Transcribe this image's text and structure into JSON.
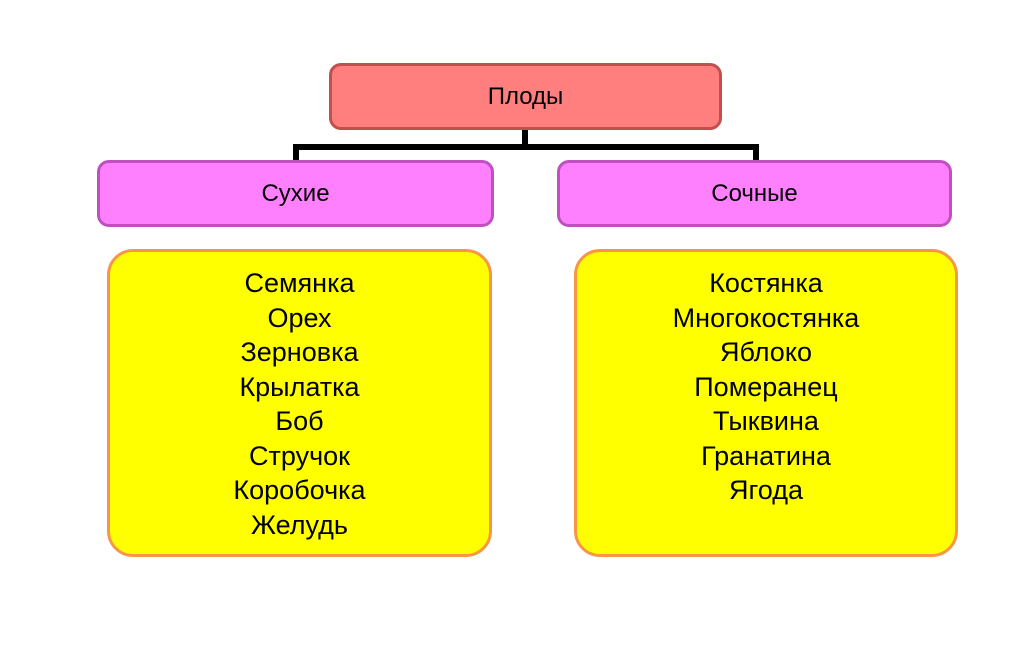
{
  "diagram": {
    "root": {
      "label": "Плоды"
    },
    "categories": [
      {
        "label": "Сухие",
        "items": [
          "Семянка",
          "Орех",
          "Зерновка",
          "Крылатка",
          "Боб",
          "Стручок",
          "Коробочка",
          "Желудь"
        ]
      },
      {
        "label": "Сочные",
        "items": [
          "Костянка",
          "Многокостянка",
          "Яблоко",
          "Померанец",
          "Тыквина",
          "Гранатина",
          "Ягода"
        ]
      }
    ],
    "colors": {
      "root_fill": "#ff7f7f",
      "root_border": "#c0504d",
      "category_fill": "#ff80ff",
      "category_border": "#c04fc0",
      "list_fill": "#ffff00",
      "list_border": "#f79646",
      "connector": "#000000"
    }
  }
}
